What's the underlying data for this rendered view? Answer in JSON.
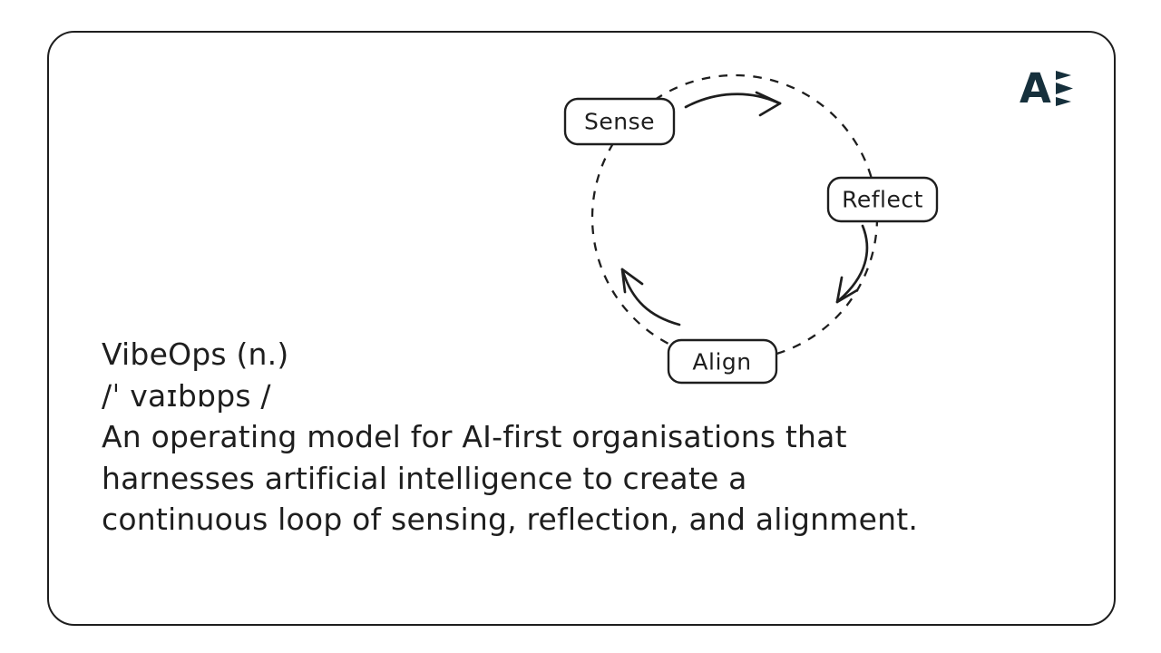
{
  "slide": {
    "background_color": "#ffffff",
    "ink_color": "#1e1e1e"
  },
  "logo": {
    "letter": "A",
    "chevrons_icon": "three-right-triangles",
    "color": "#16303c"
  },
  "loop_diagram": {
    "type": "cycle",
    "style": "dashed-circle-with-curved-arrows",
    "nodes": [
      {
        "label": "Sense"
      },
      {
        "label": "Reflect"
      },
      {
        "label": "Align"
      }
    ],
    "arrows": [
      "Sense to Reflect",
      "Reflect to Align",
      "Align to Sense"
    ]
  },
  "definition": {
    "term": "VibeOps (n.)",
    "phonetic": "/ˈ vaɪbɒps /",
    "lines": [
      "An operating model for AI-first organisations that",
      "harnesses artificial intelligence to create a",
      "continuous loop of sensing, reflection, and alignment."
    ]
  }
}
